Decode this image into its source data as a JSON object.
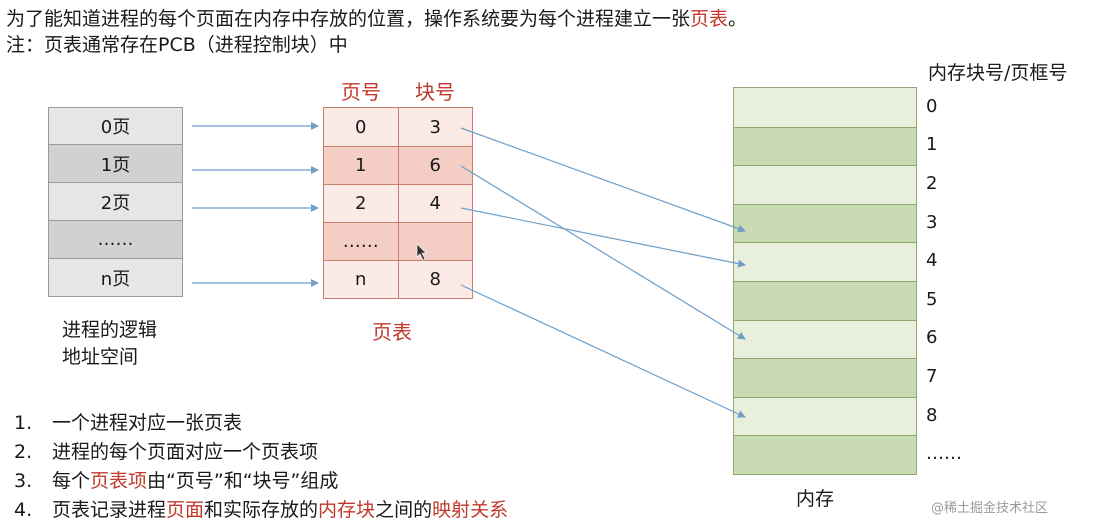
{
  "header": {
    "line1_prefix": "为了能知道进程的每个页面在内存中存放的位置，操作系统要为每个进程建立一张",
    "line1_highlight": "页表",
    "line1_suffix": "。",
    "line2": "注：页表通常存在PCB（进程控制块）中"
  },
  "logical_space": {
    "rows": [
      "0页",
      "1页",
      "2页",
      "……",
      "n页"
    ],
    "caption_line1": "进程的逻辑",
    "caption_line2": "地址空间"
  },
  "page_table": {
    "header_page": "页号",
    "header_block": "块号",
    "rows": [
      {
        "page": "0",
        "block": "3"
      },
      {
        "page": "1",
        "block": "6"
      },
      {
        "page": "2",
        "block": "4"
      },
      {
        "page": "……",
        "block": ""
      },
      {
        "page": "n",
        "block": "8"
      }
    ],
    "caption": "页表"
  },
  "memory": {
    "title": "内存块号/页框号",
    "frame_labels": [
      "0",
      "1",
      "2",
      "3",
      "4",
      "5",
      "6",
      "7",
      "8",
      "……"
    ],
    "caption": "内存"
  },
  "notes": [
    {
      "num": "1.",
      "parts": [
        {
          "t": "一个进程对应一张页表",
          "hl": false
        }
      ]
    },
    {
      "num": "2.",
      "parts": [
        {
          "t": "进程的每个页面对应一个页表项",
          "hl": false
        }
      ]
    },
    {
      "num": "3.",
      "parts": [
        {
          "t": "每个",
          "hl": false
        },
        {
          "t": "页表项",
          "hl": true
        },
        {
          "t": "由“页号”和“块号”组成",
          "hl": false
        }
      ]
    },
    {
      "num": "4.",
      "parts": [
        {
          "t": "页表记录进程",
          "hl": false
        },
        {
          "t": "页面",
          "hl": true
        },
        {
          "t": "和实际存放的",
          "hl": false
        },
        {
          "t": "内存块",
          "hl": true
        },
        {
          "t": "之间的",
          "hl": false
        },
        {
          "t": "映射关系",
          "hl": true
        }
      ]
    }
  ],
  "watermark": "@稀土掘金技术社区",
  "colors": {
    "highlight": "#c0392b",
    "arrow": "#6f9fc9",
    "memory_fill": "#c9dbb2"
  }
}
